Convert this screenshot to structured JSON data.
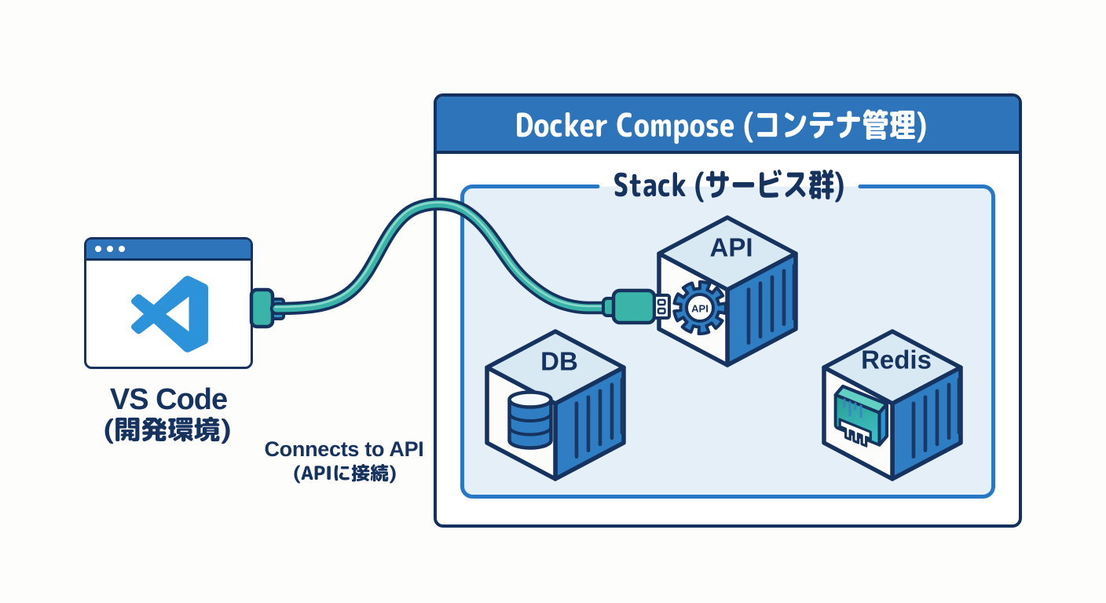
{
  "diagram": {
    "type": "architecture-illustration",
    "background": "#fdfdfc"
  },
  "vscode": {
    "title": "VS Code",
    "subtitle": "(開発環境)",
    "window_dots": 3
  },
  "connection": {
    "label": "Connects to API",
    "sublabel": "(APIに接続)"
  },
  "compose": {
    "title": "Docker Compose (コンテナ管理)"
  },
  "stack": {
    "title": "Stack (サービス群)"
  },
  "services": [
    {
      "name": "DB",
      "icon": "database-cylinder-icon"
    },
    {
      "name": "API",
      "icon": "gear-icon",
      "badge": "API"
    },
    {
      "name": "Redis",
      "icon": "memory-chip-icon"
    }
  ],
  "colors": {
    "navy_outline": "#16325e",
    "header_blue": "#2e74ba",
    "cube_side_blue": "#2f7dc2",
    "cube_top_blue": "#d9e9f4",
    "stack_fill": "#e4eff7",
    "stack_border": "#2878c5",
    "cable_teal": "#3ab4a8",
    "vscode_logo_blue": "#2c92da"
  }
}
